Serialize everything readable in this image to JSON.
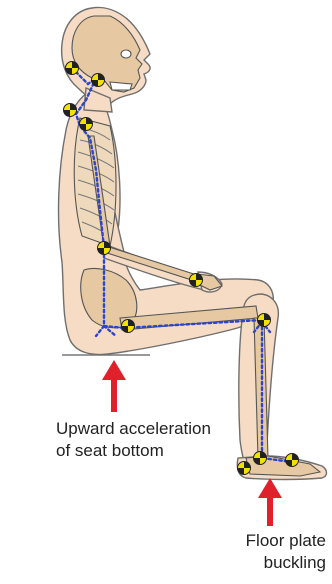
{
  "annotations": {
    "seat": {
      "line1": "Upward acceleration",
      "line2": "of seat bottom"
    },
    "floor": {
      "line1": "Floor plate",
      "line2": "buckling"
    }
  },
  "colors": {
    "arrow": "#e0202a",
    "skin": "#f6dcc4",
    "bone": "#e6c9a3",
    "outline": "#6f6f6f",
    "spine_path": "#2b46c9",
    "sensor_yellow": "#f2e200",
    "sensor_dark": "#222222"
  },
  "icons": [
    "seated-human-skeleton-figure",
    "accelerometer-sensor-icon",
    "up-arrow-icon"
  ]
}
